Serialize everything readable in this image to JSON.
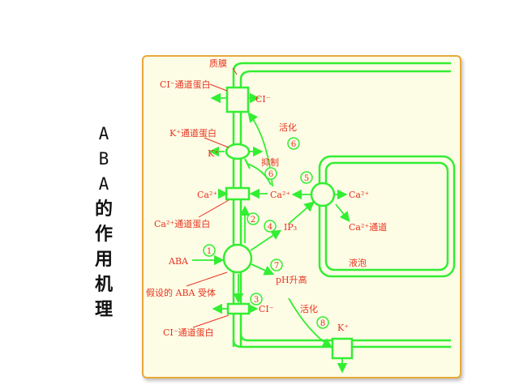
{
  "title_chars": [
    "A",
    "B",
    "A",
    "的",
    "作",
    "用",
    "机",
    "理"
  ],
  "labels": {
    "plasma_membrane": "质膜",
    "cl_channel_top": "CI⁻通道蛋白",
    "cl_ion_top": "CI⁻",
    "k_channel": "K⁺通道蛋白",
    "k_ion_left": "K⁺",
    "activate_top": "活化",
    "inhibit": "抑制",
    "ca_left": "Ca²⁺",
    "ca_mid": "Ca²⁺",
    "ca_right": "Ca²⁺",
    "ca_channel_protein": "Ca²⁺通道蛋白",
    "ca_channel": "Ca²⁺通道",
    "ip3": "IP₃",
    "aba": "ABA",
    "receptor": "假设的 ABA 受体",
    "ph_rise": "pH升高",
    "vacuole": "液泡",
    "cl_ion_bottom": "CI⁻",
    "cl_channel_bottom": "CI⁻通道蛋白",
    "activate_bottom": "活化",
    "k_ion_right": "K⁺"
  },
  "steps": [
    "1",
    "2",
    "3",
    "4",
    "5",
    "6",
    "6",
    "7",
    "8"
  ],
  "colors": {
    "green": "#33ee33",
    "red": "#e8321e",
    "panel_border": "#e8a83a",
    "panel_bg": "#fdfde6"
  }
}
